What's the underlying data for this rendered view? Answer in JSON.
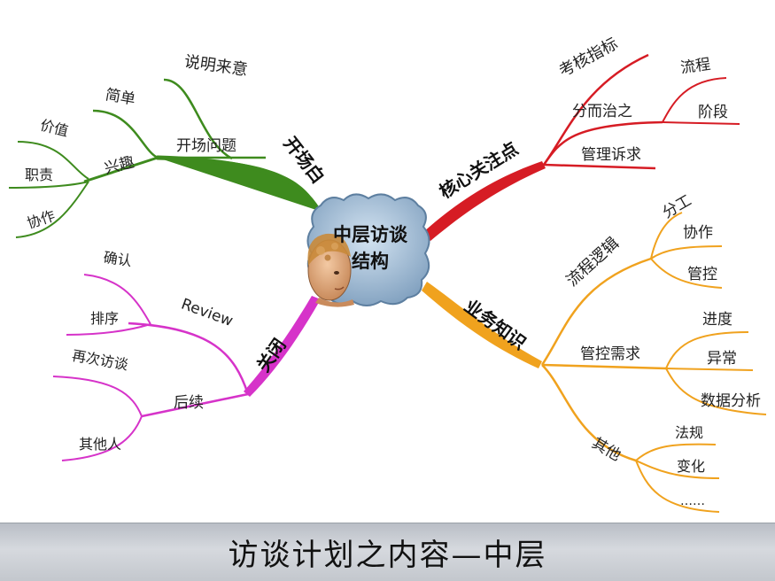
{
  "center": {
    "line1": "中层访谈",
    "line2": "结构"
  },
  "colors": {
    "green": "#3e8b1e",
    "red": "#d61c24",
    "orange": "#f0a21e",
    "magenta": "#d633c9"
  },
  "branches": {
    "opening": {
      "label": "开场白",
      "subs": {
        "explain": "说明来意",
        "questions": {
          "label": "开场问题",
          "simple": "简单",
          "interest": {
            "label": "兴趣",
            "leaves": [
              "价值",
              "职责",
              "协作"
            ]
          }
        }
      }
    },
    "core": {
      "label": "核心关注点",
      "subs": {
        "kpi": "考核指标",
        "divide": {
          "label": "分而治之",
          "leaves": [
            "流程",
            "阶段"
          ]
        },
        "mgmt": "管理诉求"
      }
    },
    "business": {
      "label": "业务知识",
      "subs": {
        "logic": {
          "label": "流程逻辑",
          "leaves": [
            "分工",
            "协作",
            "管控"
          ]
        },
        "control": {
          "label": "管控需求",
          "leaves": [
            "进度",
            "异常",
            "数据分析"
          ]
        },
        "other": {
          "label": "其他",
          "leaves": [
            "法规",
            "变化",
            "……"
          ]
        }
      }
    },
    "close": {
      "label": "关闭",
      "subs": {
        "review": {
          "label": "Review",
          "leaves": [
            "确认",
            "排序"
          ]
        },
        "followup": {
          "label": "后续",
          "leaves": [
            "再次访谈",
            "其他人"
          ]
        }
      }
    }
  },
  "footer": {
    "title": "访谈计划之内容—中层"
  }
}
